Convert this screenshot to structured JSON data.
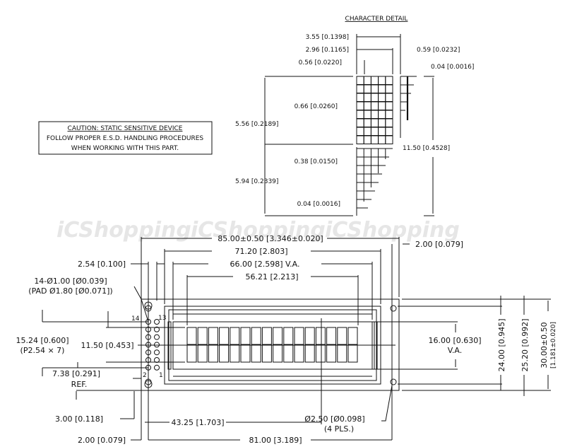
{
  "title": "CHARACTER DETAIL",
  "caution": {
    "line1": "CAUTION: STATIC SENSITIVE DEVICE",
    "line2": "FOLLOW PROPER E.S.D. HANDLING PROCEDURES",
    "line3": "WHEN WORKING WITH THIS PART."
  },
  "watermark": "iCShopping",
  "character_detail": {
    "d1": "3.55 [0.1398]",
    "d2": "2.96 [0.1165]",
    "d3": "0.56 [0.0220]",
    "d4": "0.59 [0.0232]",
    "d5": "0.04 [0.0016]",
    "d6": "0.66 [0.0260]",
    "d7": "5.56 [0.2189]",
    "d8": "0.38 [0.0150]",
    "d9": "5.94 [0.2339]",
    "d10": "0.04 [0.0016]",
    "d11": "11.50 [0.4528]"
  },
  "module": {
    "overall_width": "85.00±0.50 [3.346±0.020]",
    "bezel_width": "71.20 [2.803]",
    "va_width": "66.00 [2.598]  V.A.",
    "aa_width": "56.21 [2.213]",
    "edge_right": "2.00 [0.079]",
    "pin_pitch": "2.54 [0.100]",
    "holes_line1": "14-Ø1.00 [Ø0.039]",
    "holes_line2": "(PAD Ø1.80 [Ø0.071])",
    "pin14": "14",
    "pin13": "13",
    "pin2": "2",
    "pin1": "1",
    "pin_span_line1": "15.24 [0.600]",
    "pin_span_line2": "(P2.54 × 7)",
    "char_height": "11.50 [0.453]",
    "ref_line1": "7.38 [0.291]",
    "ref_line2": "REF.",
    "hole_offset": "3.00 [0.118]",
    "hole_center": "43.25 [1.703]",
    "edge_left": "2.00 [0.079]",
    "hole_spacing": "81.00 [3.189]",
    "mount_hole_line1": "Ø2.50 [Ø0.098]",
    "mount_hole_line2": "(4 PLS.)",
    "va_height_line1": "16.00 [0.630]",
    "va_height_line2": "V.A.",
    "h24": "24.00 [0.945]",
    "h25": "25.20 [0.992]",
    "h30_line1": "30.00±0.50",
    "h30_line2": "[1.181±0.020]"
  }
}
